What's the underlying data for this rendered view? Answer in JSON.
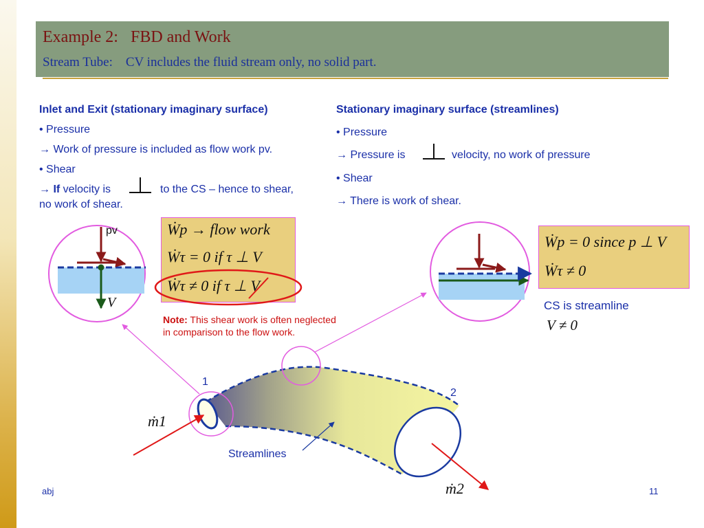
{
  "header": {
    "title": "Example 2:   FBD and Work",
    "subtitle": "Stream Tube:    CV includes the fluid stream only, no solid part."
  },
  "left_col": {
    "heading": "Inlet and Exit (stationary imaginary surface)",
    "bullet1": "• Pressure",
    "line1": "→ Work of pressure is included as flow work pv.",
    "bullet2": "• Shear",
    "line2_arrow": "→",
    "line2_bold": "If",
    "line2a": " velocity is",
    "line2b": "to the CS – hence to shear,",
    "line3": "no work of shear."
  },
  "right_col": {
    "heading": "Stationary imaginary surface (streamlines)",
    "bullet1": "• Pressure",
    "line1a": "→ Pressure is",
    "line1b": "velocity, no work of pressure",
    "bullet2": "• Shear",
    "line2": "→  There is work of shear."
  },
  "left_equations": {
    "eq1": "Ẇp → flow work",
    "eq2": "Ẇτ = 0  if  τ ⊥ V",
    "eq3": "Ẇτ ≠ 0  if  τ ⊥ V"
  },
  "right_equations": {
    "eq1": "Ẇp = 0  since  p ⊥ V",
    "eq2": "Ẇτ ≠ 0"
  },
  "note": {
    "label": "Note:",
    "text_line1": " This shear work is often neglected",
    "text_line2": "in comparison to the flow work."
  },
  "labels": {
    "pv": "pv",
    "v_vec": "V",
    "cs_streamline": "CS is streamline",
    "v_ne_zero": "V ≠ 0",
    "m1": "ṁ1",
    "m2": "ṁ2",
    "section1": "1",
    "section2": "2",
    "streamlines": "Streamlines"
  },
  "footer": {
    "author": "abj",
    "page": "11"
  },
  "colors": {
    "title": "#7a1212",
    "text_blue": "#1a2fa8",
    "header_bg": "#869c7e",
    "eq_box": "#e9cf7e",
    "magenta": "#e25be0",
    "red": "#e01818",
    "dark_red": "#8b1a1a",
    "green": "#1a5a1a",
    "water": "#a6d3f5"
  }
}
